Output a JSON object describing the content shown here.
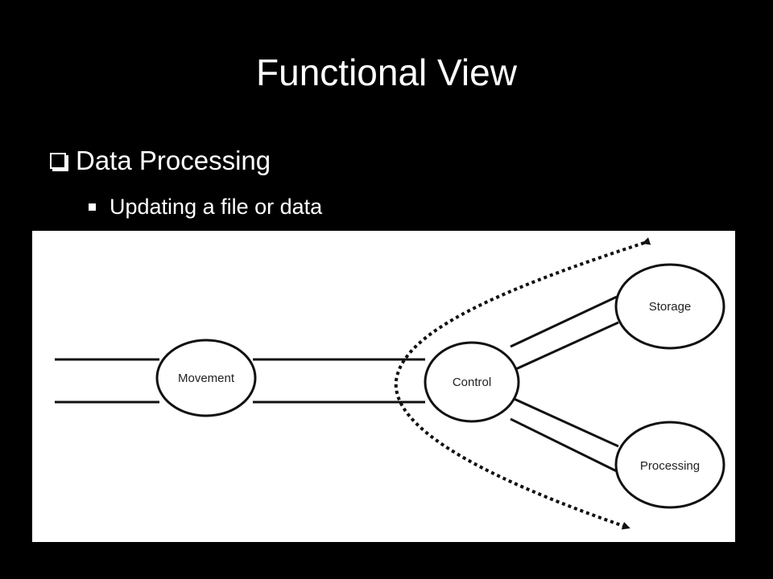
{
  "slide": {
    "title": "Functional View",
    "bullets": [
      {
        "text": "Data Processing"
      },
      {
        "text": "Updating a file or data"
      }
    ]
  },
  "diagram": {
    "nodes": [
      {
        "id": "movement",
        "label": "Movement"
      },
      {
        "id": "control",
        "label": "Control"
      },
      {
        "id": "storage",
        "label": "Storage"
      },
      {
        "id": "processing",
        "label": "Processing"
      }
    ],
    "edges": [
      {
        "from": "movement",
        "to": "control"
      },
      {
        "from": "control",
        "to": "storage"
      },
      {
        "from": "control",
        "to": "processing"
      }
    ],
    "flow": {
      "style": "dotted",
      "direction": "bidirectional",
      "arrows_toward": [
        "storage",
        "processing"
      ]
    }
  }
}
